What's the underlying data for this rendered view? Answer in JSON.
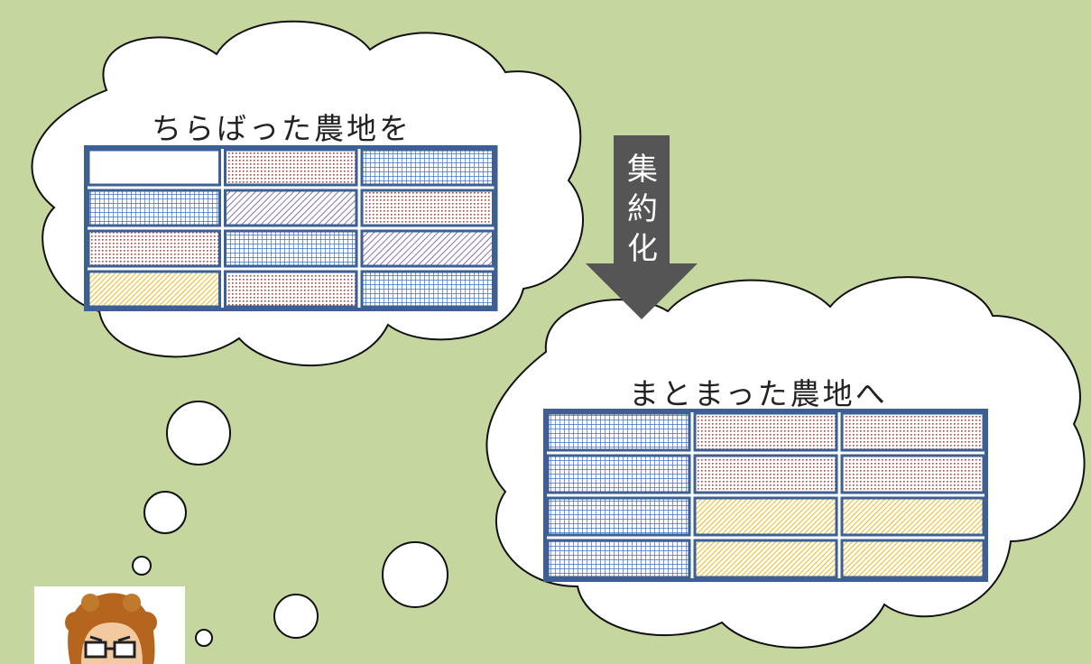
{
  "before": {
    "title": "ちらばった農地を",
    "grid": [
      [
        "white",
        "red-dot",
        "blue-grid"
      ],
      [
        "blue-grid",
        "purple-hatch",
        "red-dot"
      ],
      [
        "red-dot",
        "blue-grid",
        "purple-hatch"
      ],
      [
        "yellow-hatch",
        "red-dot",
        "blue-grid"
      ]
    ]
  },
  "after": {
    "title": "まとまった農地へ",
    "grid": [
      [
        "blue-grid",
        "red-dot",
        "red-dot"
      ],
      [
        "blue-grid",
        "red-dot",
        "red-dot"
      ],
      [
        "blue-grid",
        "yellow-hatch",
        "yellow-hatch"
      ],
      [
        "blue-grid",
        "yellow-hatch",
        "yellow-hatch"
      ]
    ]
  },
  "arrow": {
    "chars": [
      "集",
      "約",
      "化"
    ]
  },
  "colors": {
    "background": "#c5d79e",
    "grid_border": "#3c5f94",
    "blue": "#3b6fc9",
    "red": "#c0393b",
    "purple": "#6a4e9a",
    "yellow": "#f2b200",
    "arrow": "#555555"
  },
  "icons": {
    "avatar": "farmer-avatar-icon"
  }
}
